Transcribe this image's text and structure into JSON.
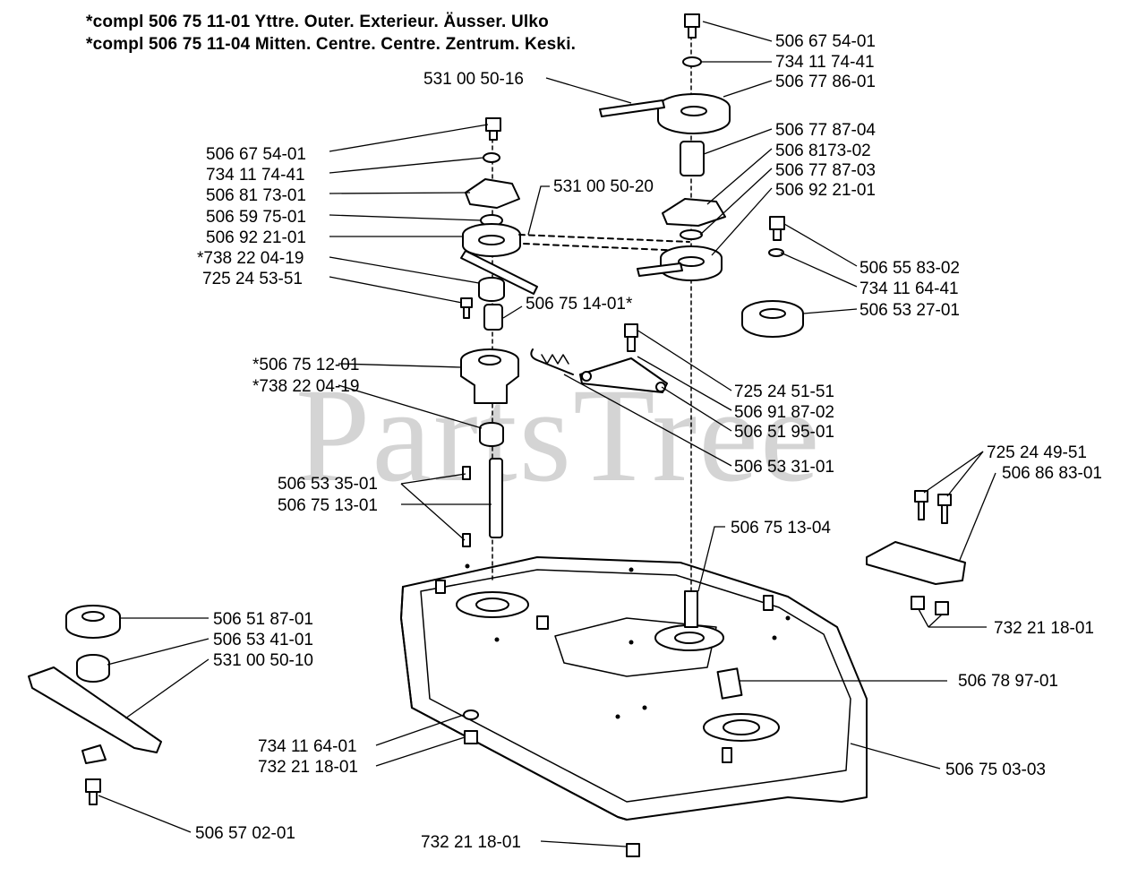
{
  "header": {
    "line1": "*compl 506 75 11-01 Yttre. Outer. Exterieur. Äusser. Ulko",
    "line2": "*compl 506 75 11-04  Mitten. Centre. Centre. Zentrum. Keski."
  },
  "watermark": "PartsTree",
  "parts": [
    {
      "label": "506 67 54-01"
    },
    {
      "label": "734 11 74-41"
    },
    {
      "label": "506 77 86-01"
    },
    {
      "label": "531 00 50-16"
    },
    {
      "label": "506 77 87-04"
    },
    {
      "label": "506 8173-02"
    },
    {
      "label": "506 77 87-03"
    },
    {
      "label": "506 92 21-01"
    },
    {
      "label": "506 67 54-01"
    },
    {
      "label": "734 11 74-41"
    },
    {
      "label": "506 81 73-01"
    },
    {
      "label": "531 00 50-20"
    },
    {
      "label": "506 59 75-01"
    },
    {
      "label": "506 92 21-01"
    },
    {
      "label": "*738 22 04-19"
    },
    {
      "label": "725 24 53-51"
    },
    {
      "label": "506 55 83-02"
    },
    {
      "label": "734 11 64-41"
    },
    {
      "label": "506 53 27-01"
    },
    {
      "label": "506 75 14-01*"
    },
    {
      "label": "*506 75 12-01"
    },
    {
      "label": "*738 22 04-19"
    },
    {
      "label": "725 24 51-51"
    },
    {
      "label": "506 91 87-02"
    },
    {
      "label": "506 51 95-01"
    },
    {
      "label": "506 53 31-01"
    },
    {
      "label": "725 24 49-51"
    },
    {
      "label": "506 86 83-01"
    },
    {
      "label": "506 53 35-01"
    },
    {
      "label": "506 75 13-01"
    },
    {
      "label": "506 75 13-04"
    },
    {
      "label": "732 21 18-01"
    },
    {
      "label": "506 51 87-01"
    },
    {
      "label": "506 53 41-01"
    },
    {
      "label": "531 00 50-10"
    },
    {
      "label": "506 78 97-01"
    },
    {
      "label": "734 11 64-01"
    },
    {
      "label": "732 21 18-01"
    },
    {
      "label": "506 75 03-03"
    },
    {
      "label": "506 57 02-01"
    },
    {
      "label": "732 21 18-01"
    }
  ]
}
